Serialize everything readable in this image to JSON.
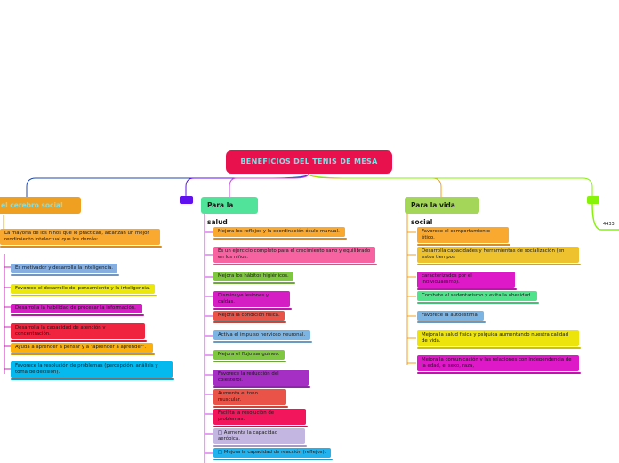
{
  "root": {
    "title": "BENEFICIOS DEL TENIS DE MESA"
  },
  "branches": {
    "cerebro": {
      "title": "el cerebro social",
      "intro": "La mayoría de los niños que lo practican, alcanzan un mejor rendimiento intelectual que los demás:",
      "items": [
        "Es motivador y desarrolla la inteligencia.",
        "Favorece el desarrollo del pensamiento y la inteligencia.",
        "Desarrolla la habilidad de procesar la información.",
        "Desarrolla la capacidad de atención y concentración.",
        "Ayuda a aprender a pensar y a \"aprender a aprender\".",
        "Favorece la resolución de problemas (percepción, análisis y toma de decisión)."
      ]
    },
    "salud": {
      "title": "Para la salud",
      "items": [
        "Mejora los reflejos y la coordinación óculo-manual.",
        "Es un ejercicio completo para el crecimiento sano y equilibrado en los niños.",
        "Mejora los hábitos higiénicos.",
        "Disminuye lesiones y caídas.",
        "Mejora la condición física.",
        "Activa el impulso nervioso neuronal.",
        "Mejora el flujo sanguíneo.",
        "Favorece la reducción del colesterol.",
        "Aumenta el tono muscular.",
        "Facilita la resolución de problemas.",
        "□ Aumenta la capacidad aeróbica.",
        "□ Mejora la capacidad de reacción (reflejos)."
      ]
    },
    "social": {
      "title": "Para la vida social",
      "items": [
        "Favorece el comportamiento ético.",
        "Desarrolla capacidades y herramientas de socialización (en estos tiempos",
        "caracterizados por el individualismo).",
        "Combate el sedentarismo y evita la obesidad.",
        "Favorece la autoestima.",
        "Mejora la salud física y psíquica aumentando nuestra calidad de vida.",
        "Mejora la comunicación y las relaciones con independencia de la edad, el sexo, raza,"
      ]
    },
    "extra": {
      "label": "4433"
    }
  },
  "colors": {
    "root": "#e8114e",
    "root_text": "#7fe0e6",
    "cerebro": "#f0a020",
    "salud": "#52e39a",
    "social": "#a4d65a",
    "connector_cerebro": "#1f4aa8",
    "connector_purple": "#6010ee",
    "connector_salud": "#c34ad8",
    "connector_social": "#f0a020",
    "connector_lime": "#86f308"
  }
}
